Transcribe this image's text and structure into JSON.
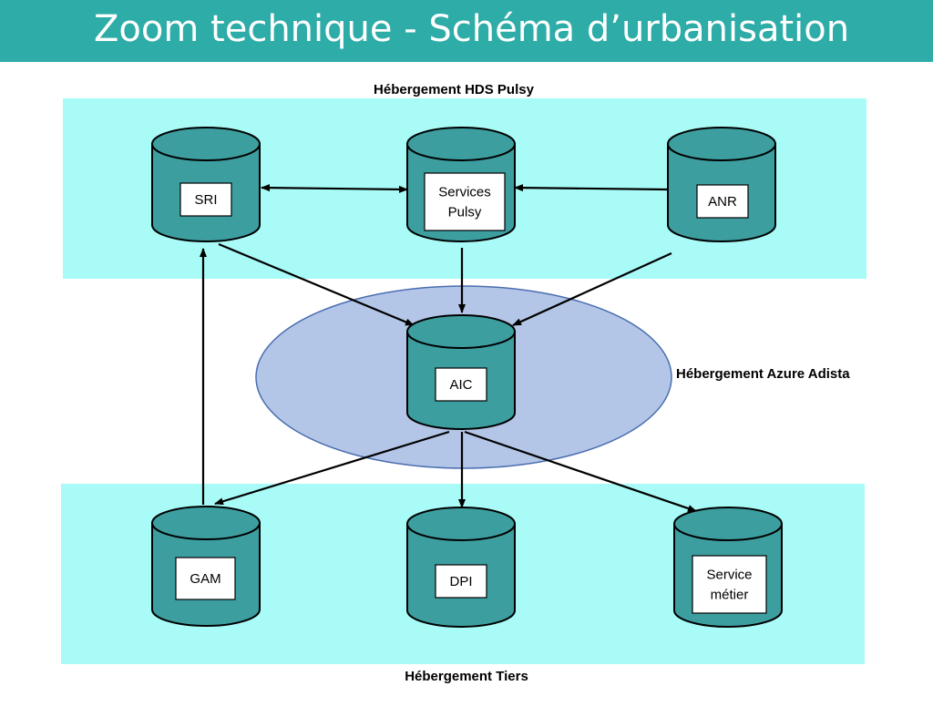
{
  "header": {
    "title": "Zoom technique - Schéma d’urbanisation"
  },
  "colors": {
    "header_bg": "#2eaca8",
    "zone_bg": "#a8fbf7",
    "ellipse_fill": "#b4c6e7",
    "ellipse_stroke": "#4a6eb0",
    "cylinder_fill": "#3d9ea0",
    "label_box": "#ffffff",
    "arrow": "#000000"
  },
  "zones": {
    "hds": {
      "label": "Hébergement HDS Pulsy"
    },
    "azure": {
      "label": "Hébergement Azure Adista"
    },
    "tiers": {
      "label": "Hébergement Tiers"
    }
  },
  "nodes": {
    "sri": {
      "lines": [
        "SRI"
      ]
    },
    "services_pulsy": {
      "lines": [
        "Services",
        "Pulsy"
      ]
    },
    "anr": {
      "lines": [
        "ANR"
      ]
    },
    "aic": {
      "lines": [
        "AIC"
      ]
    },
    "gam": {
      "lines": [
        "GAM"
      ]
    },
    "dpi": {
      "lines": [
        "DPI"
      ]
    },
    "service_metier": {
      "lines": [
        "Service",
        "métier"
      ]
    }
  },
  "edges": [
    {
      "from": "sri",
      "to": "services_pulsy",
      "bidirectional": true
    },
    {
      "from": "anr",
      "to": "services_pulsy"
    },
    {
      "from": "sri",
      "to": "aic"
    },
    {
      "from": "services_pulsy",
      "to": "aic"
    },
    {
      "from": "anr",
      "to": "aic"
    },
    {
      "from": "aic",
      "to": "gam"
    },
    {
      "from": "aic",
      "to": "dpi"
    },
    {
      "from": "aic",
      "to": "service_metier"
    },
    {
      "from": "gam",
      "to": "sri"
    }
  ]
}
